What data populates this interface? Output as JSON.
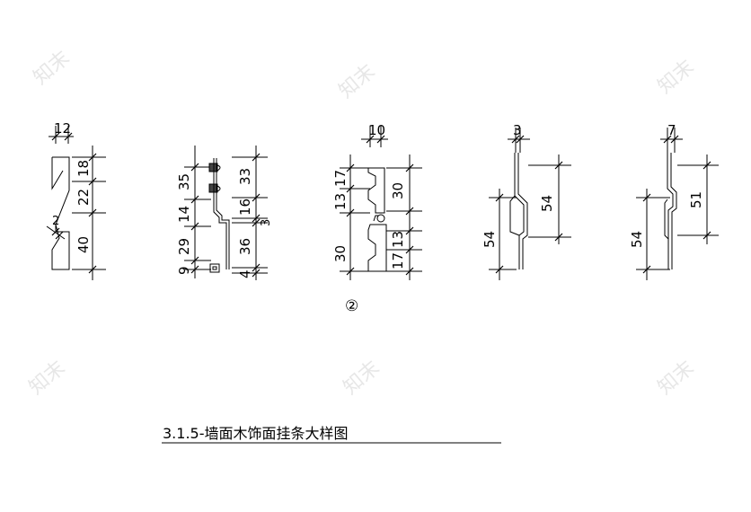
{
  "title": "3.1.5-墙面木饰面挂条大样图",
  "callout": "②",
  "watermark": "知末",
  "details": {
    "d1": {
      "width": "12",
      "segments": [
        "18",
        "22",
        "40"
      ],
      "small": "2"
    },
    "d2": {
      "left": [
        "35",
        "14",
        "29",
        "9"
      ],
      "right": [
        "33",
        "16",
        "36",
        "4"
      ],
      "small": "3"
    },
    "d3": {
      "width": "10",
      "left": [
        "13",
        "17",
        "30"
      ],
      "right": [
        "30",
        "17",
        "13"
      ]
    },
    "d4": {
      "width": "3",
      "left": "54",
      "right": "54"
    },
    "d5": {
      "width": "7",
      "left": "54",
      "right": "51"
    }
  }
}
